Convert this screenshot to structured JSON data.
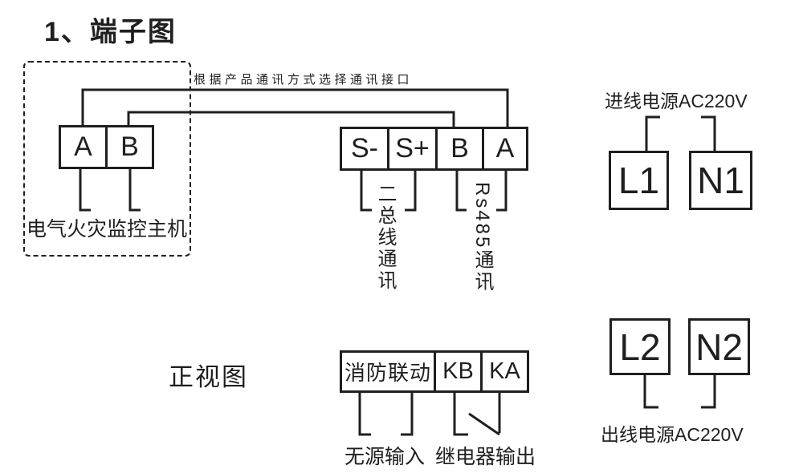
{
  "title": "1、端子图",
  "note": "根据产品通讯方式选择通讯接口",
  "host": {
    "terminals": [
      "A",
      "B"
    ],
    "label": "电气火灾监控主机"
  },
  "comm": {
    "terminals": [
      "S-",
      "S+",
      "B",
      "A"
    ],
    "two_bus_label": "二总线通讯",
    "rs485_label": "Rs485通讯"
  },
  "front_view": {
    "label": "正视图"
  },
  "relay": {
    "terminals": [
      "消防联动",
      "KB",
      "KA"
    ],
    "passive_input_label": "无源输入",
    "relay_output_label": "继电器输出"
  },
  "power_in": {
    "label": "进线电源AC220V",
    "terminals": [
      "L1",
      "N1"
    ]
  },
  "power_out": {
    "label": "出线电源AC220V",
    "terminals": [
      "L2",
      "N2"
    ]
  },
  "colors": {
    "line": "#1f1f1f",
    "background": "#ffffff"
  }
}
